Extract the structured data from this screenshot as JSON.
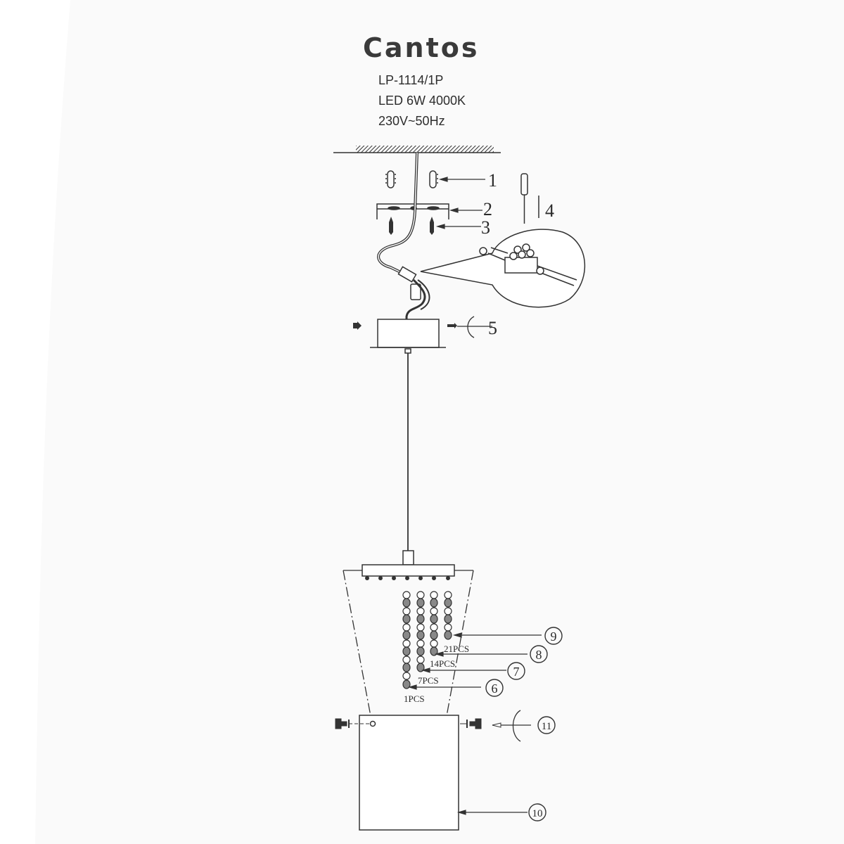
{
  "product": {
    "name": "Cantos",
    "model": "LP-1114/1P",
    "light_source": "LED 6W 4000K",
    "power": "230V~50Hz"
  },
  "callouts": {
    "c1": "1",
    "c2": "2",
    "c3": "3",
    "c4": "4",
    "c5": "5",
    "c6": "6",
    "c7": "7",
    "c8": "8",
    "c9": "9",
    "c10": "10",
    "c11": "11"
  },
  "crystal_counts": {
    "q6": "1PCS",
    "q7": "7PCS",
    "q8": "14PCS",
    "q9": "21PCS"
  },
  "colors": {
    "paper": "#fafafa",
    "ink": "#2a2a2a"
  }
}
